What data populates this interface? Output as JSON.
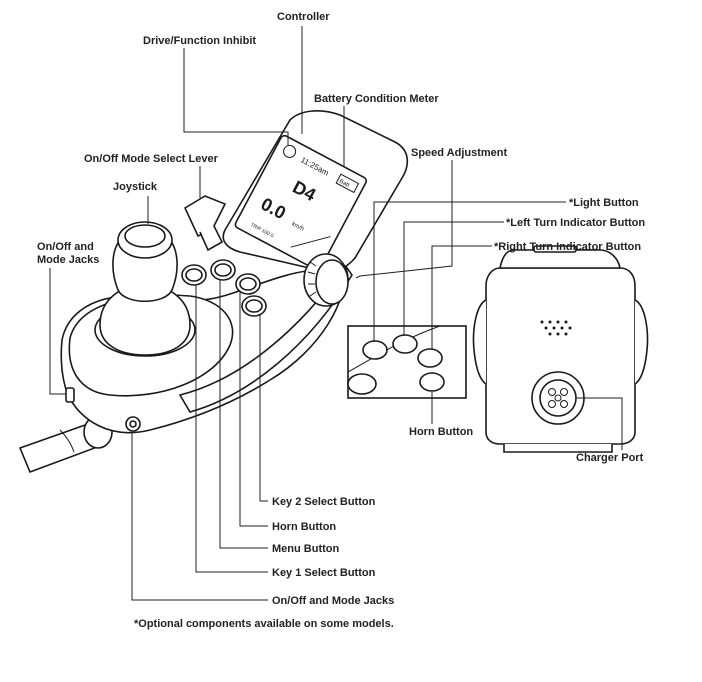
{
  "labels": {
    "controller": "Controller",
    "drive_inhibit": "Drive/Function Inhibit",
    "battery_meter": "Battery Condition Meter",
    "mode_lever": "On/Off Mode Select Lever",
    "speed_adjust": "Speed Adjustment",
    "joystick": "Joystick",
    "jacks_left_1": "On/Off and",
    "jacks_left_2": "Mode Jacks",
    "light_button": "*Light Button",
    "left_turn": "*Left Turn Indicator Button",
    "right_turn": "*Right  Turn Indicator Button",
    "horn_detail": "Horn Button",
    "charger_port": "Charger Port",
    "key2": "Key 2 Select Button",
    "horn": "Horn Button",
    "menu": "Menu Button",
    "key1": "Key 1 Select Button",
    "jacks_bottom": "On/Off and Mode Jacks",
    "footnote": "*Optional components available on some models."
  },
  "screen": {
    "time": "11:25am",
    "battery": "Batt",
    "drive_mode": "D4",
    "speed": "0.0",
    "speed_unit": "km/h",
    "trip": "TRIP 100.0"
  }
}
